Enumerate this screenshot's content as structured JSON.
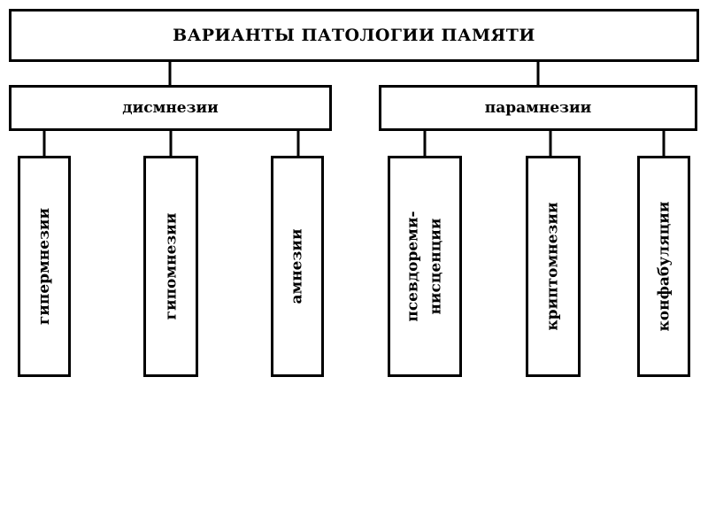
{
  "title": "ВАРИАНТЫ ПАТОЛОГИИ ПАМЯТИ",
  "groups": [
    {
      "label": "дисмнезии",
      "items": [
        "гипермнезии",
        "гипомнезии",
        "амнезии"
      ]
    },
    {
      "label": "парамнезии",
      "items": [
        "псевдореми-\nнисценции",
        "криптомнезии",
        "конфабуляции"
      ]
    }
  ]
}
